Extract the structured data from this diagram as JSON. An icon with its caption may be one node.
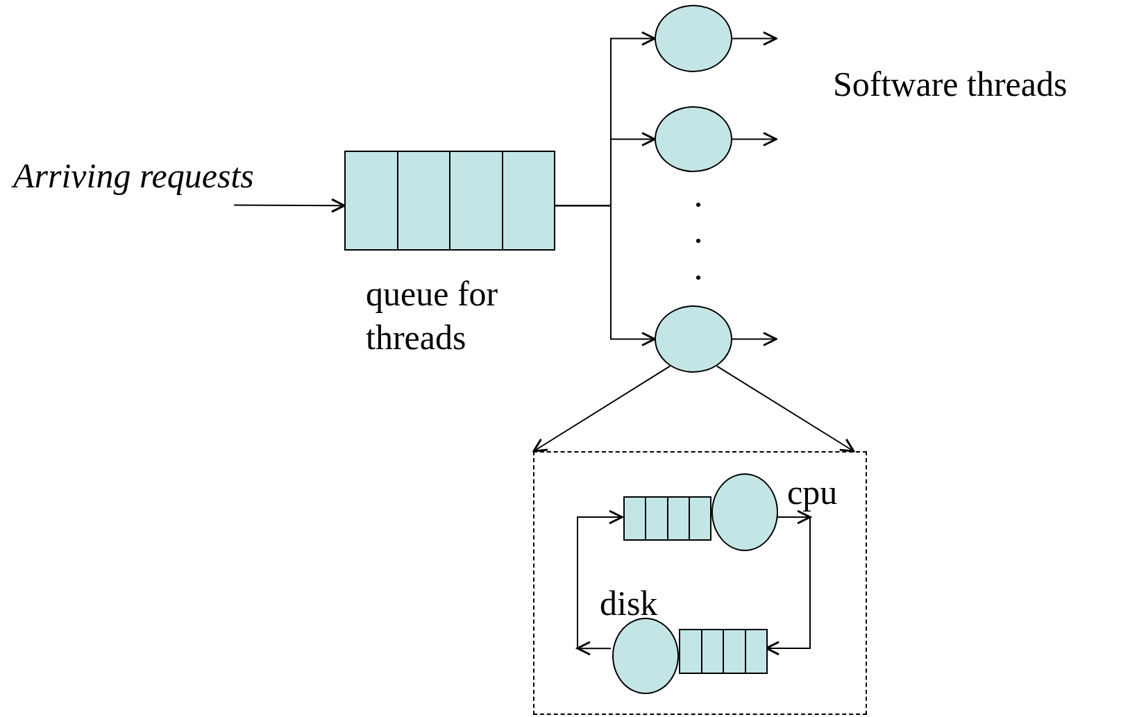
{
  "diagram": {
    "nodes": [
      {
        "text": [
          "Arriving requests"
        ]
      },
      {
        "text": [
          "queue for threads"
        ]
      },
      {
        "text": [],
        "shape": "circle"
      },
      {
        "text": [],
        "shape": "circle"
      },
      {
        "text": [],
        "shape": "circle"
      },
      {
        "text": [],
        "shape": "box"
      },
      {
        "text": [],
        "shape": "bar",
        "in": 5
      },
      {
        "text": [
          "cpu"
        ],
        "in": 5
      },
      {
        "text": [
          "disk"
        ],
        "in": 5
      },
      {
        "text": [],
        "shape": "bar",
        "in": 5
      }
    ],
    "edges": [
      {
        "from": 0,
        "to": 1,
        "arrow": "to"
      },
      {
        "from": 1,
        "to": 2,
        "arrow": "to"
      },
      {
        "from": 1,
        "to": 3,
        "arrow": "to"
      },
      {
        "from": 1,
        "to": 4,
        "arrow": "to"
      },
      {
        "from": 2,
        "to": null,
        "arrow": "to"
      },
      {
        "from": 3,
        "to": null,
        "arrow": "to"
      },
      {
        "from": 4,
        "to": null,
        "arrow": "to"
      },
      {
        "from": 4,
        "to": 5,
        "arrow": "to"
      },
      {
        "from": 4,
        "to": 5,
        "arrow": "to"
      },
      {
        "from": 7,
        "to": 9,
        "arrow": "to"
      },
      {
        "from": 8,
        "to": 6,
        "arrow": "to"
      }
    ],
    "labels": [
      "Software threads"
    ]
  }
}
